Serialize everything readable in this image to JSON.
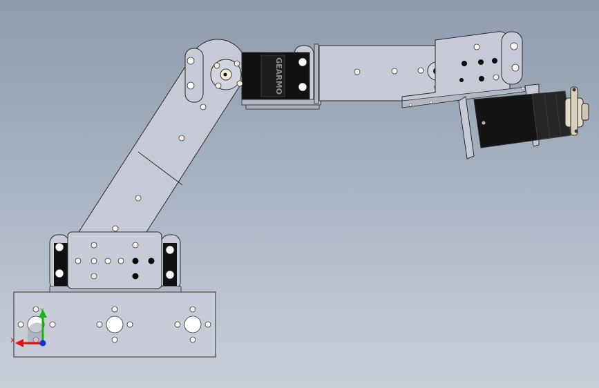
{
  "brand_text": "GEARMO",
  "triad": {
    "x_label": "X",
    "y_label": "Y"
  },
  "colors": {
    "metal": "#c6cad6",
    "metal_dark": "#9aa0ae",
    "outline": "#2b2b2b",
    "servo": "#111111",
    "hole_white": "#ffffff",
    "hole_black": "#0c0c0c",
    "axis_x": "#e01010",
    "axis_y": "#18b818",
    "axis_z": "#1a2ee0"
  }
}
